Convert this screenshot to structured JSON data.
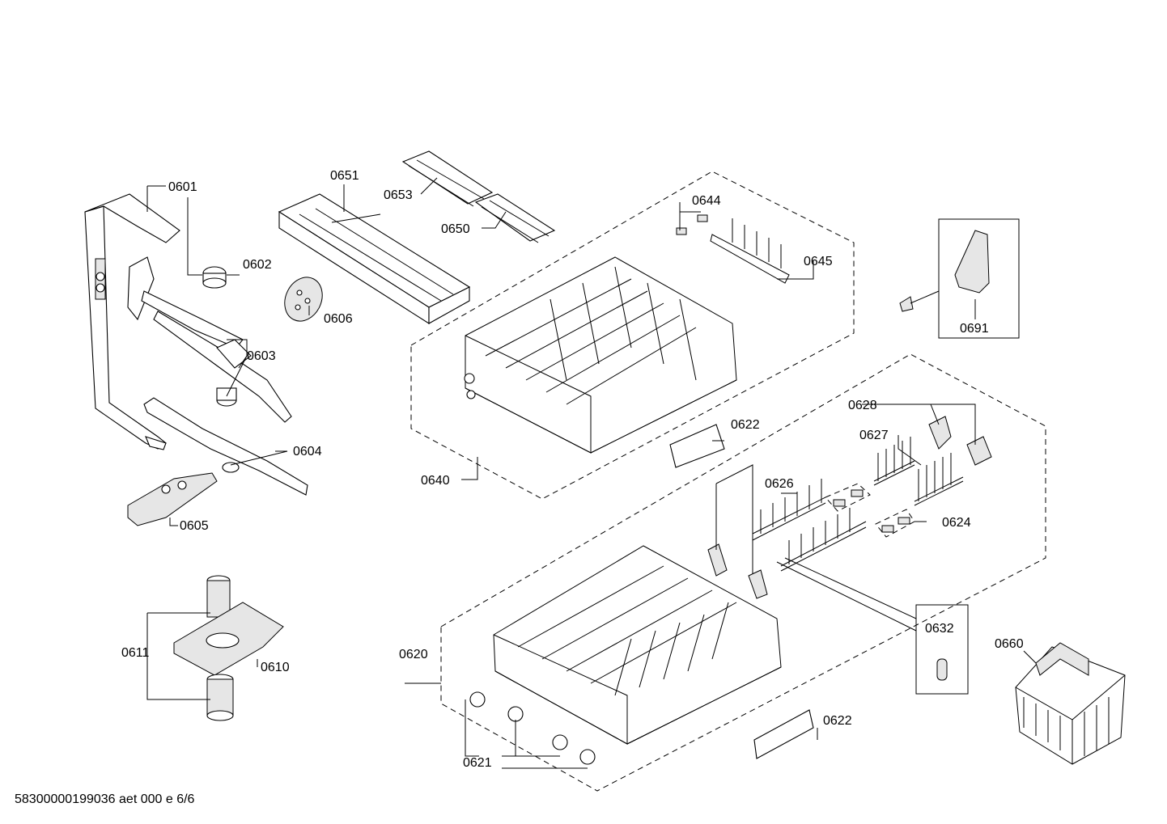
{
  "footer": "58300000199036 aet 000 e 6/6",
  "labels": {
    "p0601": "0601",
    "p0602": "0602",
    "p0603": "0603",
    "p0604": "0604",
    "p0605": "0605",
    "p0606": "0606",
    "p0610": "0610",
    "p0611": "0611",
    "p0620": "0620",
    "p0621": "0621",
    "p0622a": "0622",
    "p0622b": "0622",
    "p0624": "0624",
    "p0626": "0626",
    "p0627": "0627",
    "p0628": "0628",
    "p0632": "0632",
    "p0640": "0640",
    "p0644": "0644",
    "p0645": "0645",
    "p0650": "0650",
    "p0651": "0651",
    "p0653": "0653",
    "p0660": "0660",
    "p0691": "0691"
  }
}
